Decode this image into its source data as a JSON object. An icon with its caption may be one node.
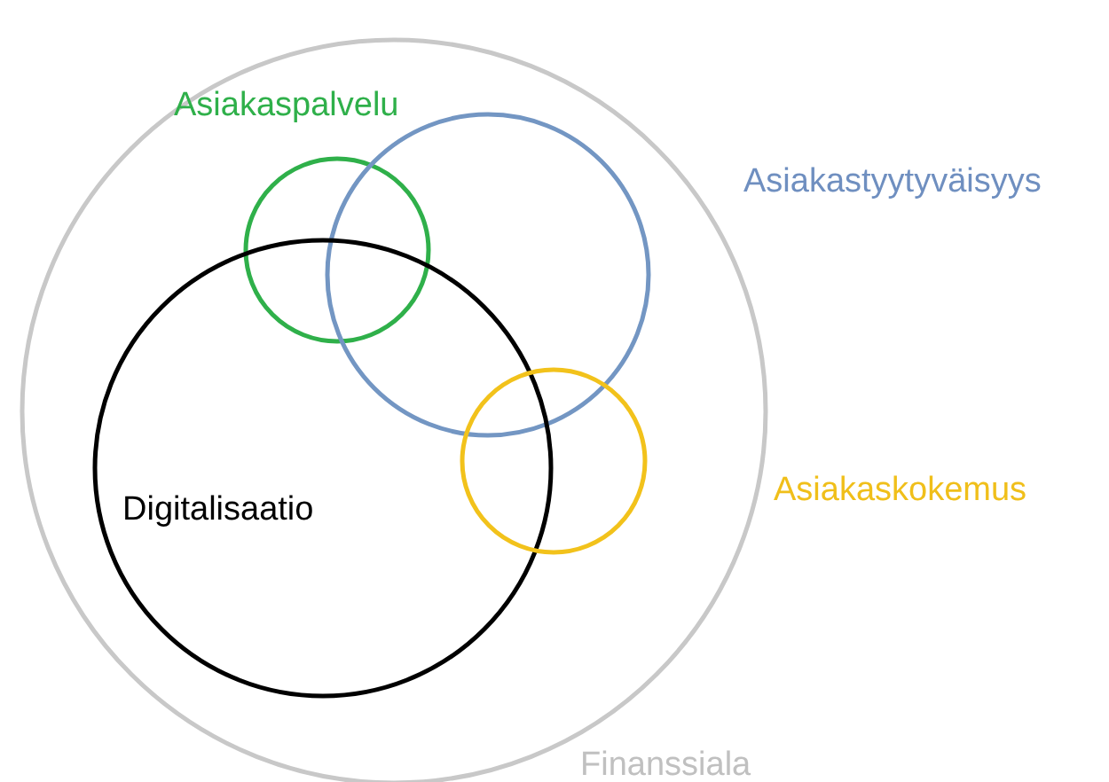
{
  "diagram": {
    "nodes": [
      {
        "text": [
          "Finanssiala"
        ]
      },
      {
        "text": [
          "Asiakaspalvelu"
        ],
        "in": 0
      },
      {
        "text": [
          "Asiakastyytyväisyys"
        ],
        "in": 0
      },
      {
        "text": [
          "Digitalisaatio"
        ],
        "in": 0
      },
      {
        "text": [
          "Asiakaskokemus"
        ],
        "in": 0
      }
    ]
  }
}
